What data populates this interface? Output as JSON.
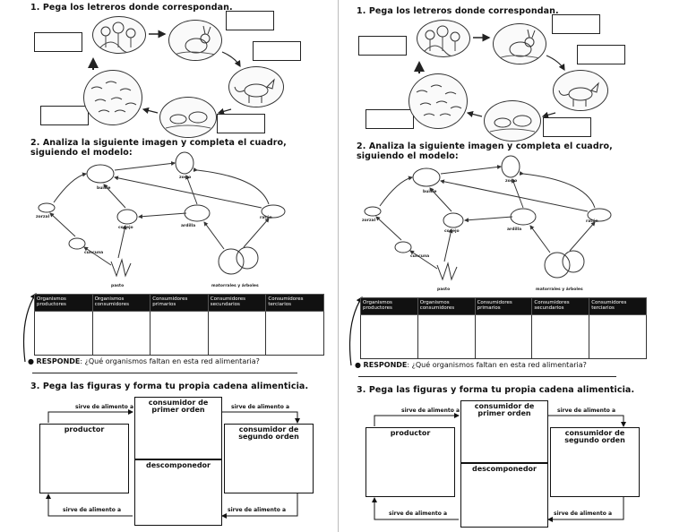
{
  "section1": {
    "heading": "1. Pega los letreros donde correspondan."
  },
  "section2": {
    "heading": "2. Analiza la siguiente imagen y completa el cuadro, siguiendo el modelo:",
    "animals": [
      "buitre",
      "zorro",
      "zorzal",
      "conejo",
      "ardilla",
      "ratón",
      "cuncuna",
      "pasto",
      "matorrales y árboles"
    ],
    "table_headers": [
      "Organismos productores",
      "Organismos consumidores",
      "Consumidores primarios",
      "Consumidores secundarios",
      "Consumidores terciarios"
    ]
  },
  "responde": {
    "label": "RESPONDE",
    "question": ": ¿Qué organismos faltan en esta red alimentaria?"
  },
  "section3": {
    "heading": "3. Pega las figuras y forma tu propia cadena alimenticia.",
    "boxes": {
      "productor": "productor",
      "primer": "consumidor de primer orden",
      "segundo": "consumidor de segundo orden",
      "descomponedor": "descomponedor"
    },
    "arrow_label": "sirve de alimento a"
  }
}
